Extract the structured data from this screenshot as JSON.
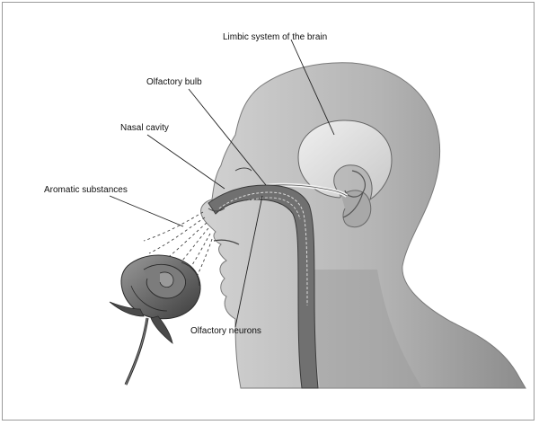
{
  "labels": {
    "limbic": "Limbic system of the brain",
    "bulb": "Olfactory bulb",
    "nasal": "Nasal cavity",
    "aromatic": "Aromatic substances",
    "neurons": "Olfactory neurons"
  },
  "colors": {
    "head_fill": "#b9b9b9",
    "head_shadow": "#8e8e8e",
    "brain_fill": "#dcdcdc",
    "passage": "#6e6e6e",
    "rose": "#5a5a5a",
    "line": "#222222"
  }
}
